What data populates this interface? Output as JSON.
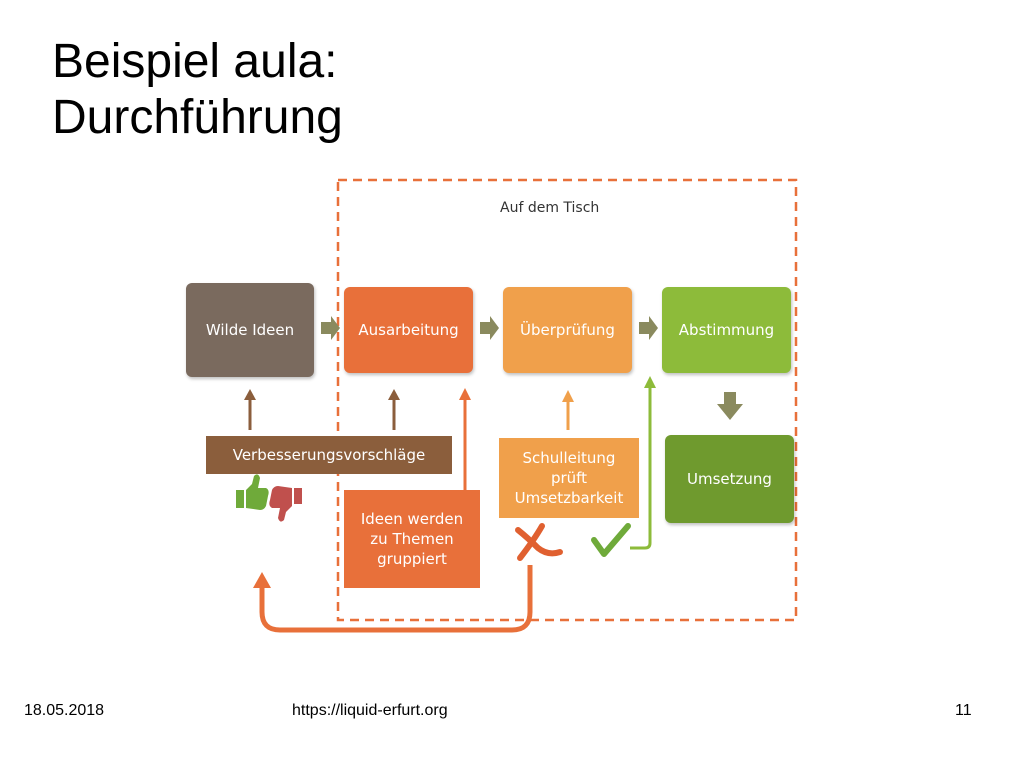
{
  "title": {
    "line1": "Beispiel aula:",
    "line2": "Durchführung"
  },
  "diagram": {
    "table_label": "Auf dem Tisch",
    "boxes": {
      "wilde_ideen": "Wilde Ideen",
      "ausarbeitung": "Ausarbeitung",
      "ueberpruefung": "Überprüfung",
      "abstimmung": "Abstimmung",
      "umsetzung": "Umsetzung",
      "verbesserung": "Verbesserungsvorschläge",
      "schulleitung": "Schulleitung\nprüft\nUmsetzbarkeit",
      "ideen_gruppiert": "Ideen werden\nzu Themen\ngruppiert"
    },
    "colors": {
      "brown_gray": "#7a6a5e",
      "brown": "#8b5e3c",
      "orange_dark": "#e8703a",
      "orange_light": "#f0a04b",
      "green_light": "#8dbb3a",
      "green_dark": "#6f9a2e",
      "arrow_olive": "#8a8a5e",
      "dashed_border": "#e8703a"
    },
    "icons": [
      "thumbs-up-icon",
      "thumbs-down-icon",
      "cross-icon",
      "checkmark-icon"
    ]
  },
  "footer": {
    "date": "18.05.2018",
    "url": "https://liquid-erfurt.org",
    "page": "11"
  }
}
